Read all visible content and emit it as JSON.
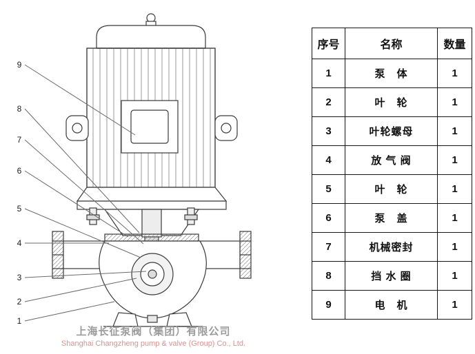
{
  "table": {
    "headers": [
      "序号",
      "名称",
      "数量"
    ],
    "rows": [
      {
        "no": "1",
        "name": "泵　体",
        "qty": "1"
      },
      {
        "no": "2",
        "name": "叶　轮",
        "qty": "1"
      },
      {
        "no": "3",
        "name": "叶轮螺母",
        "qty": "1"
      },
      {
        "no": "4",
        "name": "放 气 阀",
        "qty": "1"
      },
      {
        "no": "5",
        "name": "叶　轮",
        "qty": "1"
      },
      {
        "no": "6",
        "name": "泵　盖",
        "qty": "1"
      },
      {
        "no": "7",
        "name": "机械密封",
        "qty": "1"
      },
      {
        "no": "8",
        "name": "挡 水 圈",
        "qty": "1"
      },
      {
        "no": "9",
        "name": "电　机",
        "qty": "1"
      }
    ]
  },
  "callouts": [
    "9",
    "8",
    "7",
    "6",
    "5",
    "4",
    "3",
    "2",
    "1"
  ],
  "footer": {
    "company_cn": "上海长征泵阀（集团）有限公司",
    "company_en": "Shanghai Changzheng pump & valve (Group) Co., Ltd."
  },
  "colors": {
    "line": "#3a3a3a",
    "footer_cn": "#9b9b9b",
    "footer_en": "#d49391"
  }
}
